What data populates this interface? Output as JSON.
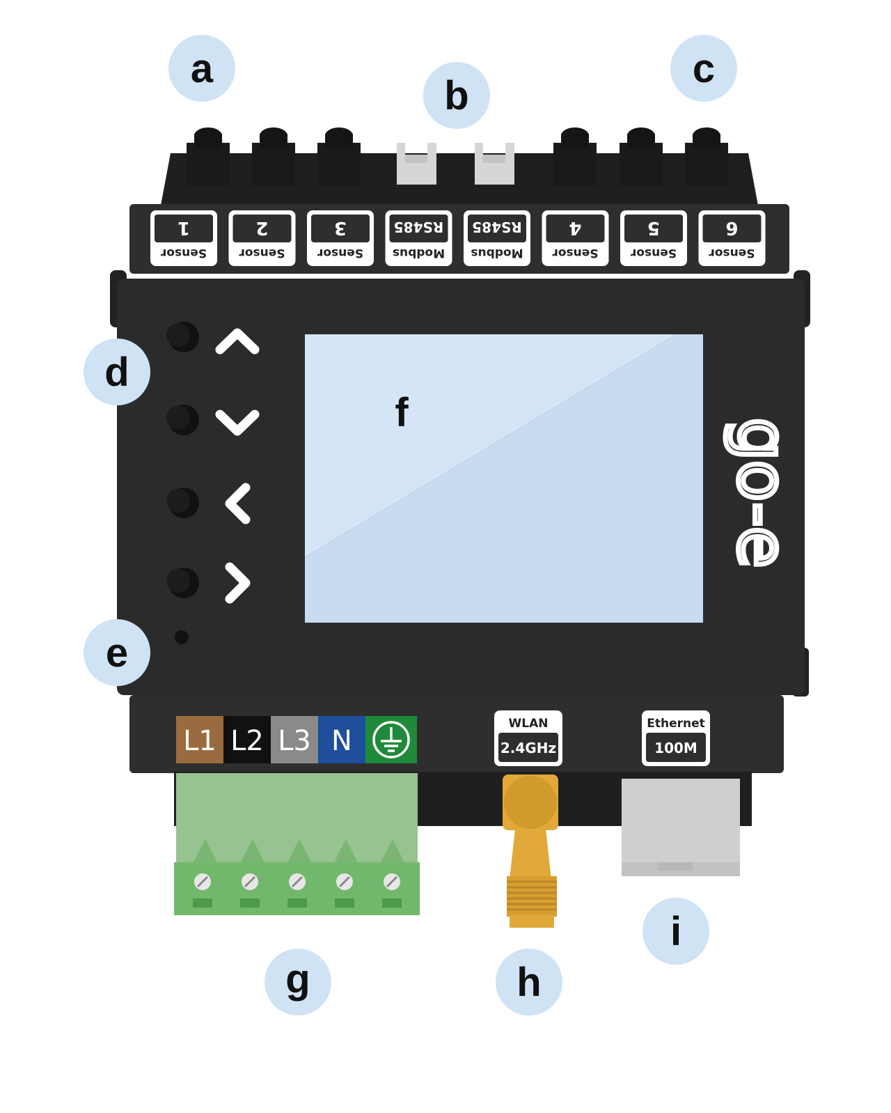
{
  "callouts": {
    "a": "a",
    "b": "b",
    "c": "c",
    "d": "d",
    "e": "e",
    "f": "f",
    "g": "g",
    "h": "h",
    "i": "i"
  },
  "top_ports": [
    {
      "big": "1",
      "small": "Sensor"
    },
    {
      "big": "2",
      "small": "Sensor"
    },
    {
      "big": "3",
      "small": "Sensor"
    },
    {
      "big": "RS485",
      "small": "Modbus"
    },
    {
      "big": "RS485",
      "small": "Modbus"
    },
    {
      "big": "4",
      "small": "Sensor"
    },
    {
      "big": "5",
      "small": "Sensor"
    },
    {
      "big": "6",
      "small": "Sensor"
    }
  ],
  "phases": {
    "l1": {
      "label": "L1",
      "color": "#9a6b3e"
    },
    "l2": {
      "label": "L2",
      "color": "#111111"
    },
    "l3": {
      "label": "L3",
      "color": "#8a8a8a"
    },
    "n": {
      "label": "N",
      "color": "#1e4e9c"
    },
    "pe": {
      "label": "",
      "color": "#1e8a3a"
    }
  },
  "wlan": {
    "top": "WLAN",
    "bottom": "2.4GHz"
  },
  "ethernet": {
    "top": "Ethernet",
    "bottom": "100M"
  },
  "logo": "go-e",
  "colors": {
    "housing": "#2b2b2b",
    "callout_bg": "#cfe3f5",
    "display": "#c7dcf0",
    "terminal_green": "#76b872",
    "antenna_gold": "#e2a93a"
  }
}
